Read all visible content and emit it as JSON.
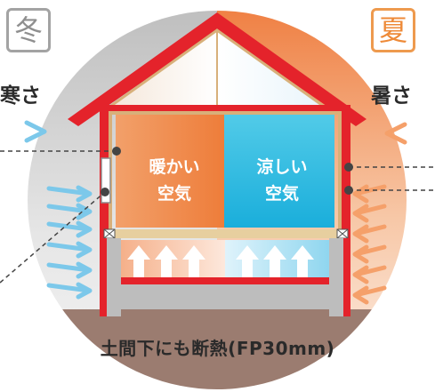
{
  "seasons": {
    "winter": {
      "badge": "冬",
      "label": "寒さ"
    },
    "summer": {
      "badge": "夏",
      "label": "暑さ"
    }
  },
  "rooms": {
    "warm": {
      "line1": "暖かい",
      "line2": "空気"
    },
    "cool": {
      "line1": "涼しい",
      "line2": "空気"
    }
  },
  "caption": "土間下にも断熱(FP30mm)",
  "colors": {
    "winter_gray": "#8f8f8f",
    "summer_orange": "#ee8a38",
    "insulation_red": "#e4232b",
    "warm_room": "#f08a4b",
    "cool_room": "#26b9e0",
    "ground": "#9b7c70",
    "cold_arrow": "#7cc8ea",
    "heat_arrow": "#f5a06a"
  },
  "icons": [
    "cold-wind-arrow-icon",
    "heat-wave-arrow-icon",
    "rising-air-arrow-icon",
    "vent-icon"
  ]
}
